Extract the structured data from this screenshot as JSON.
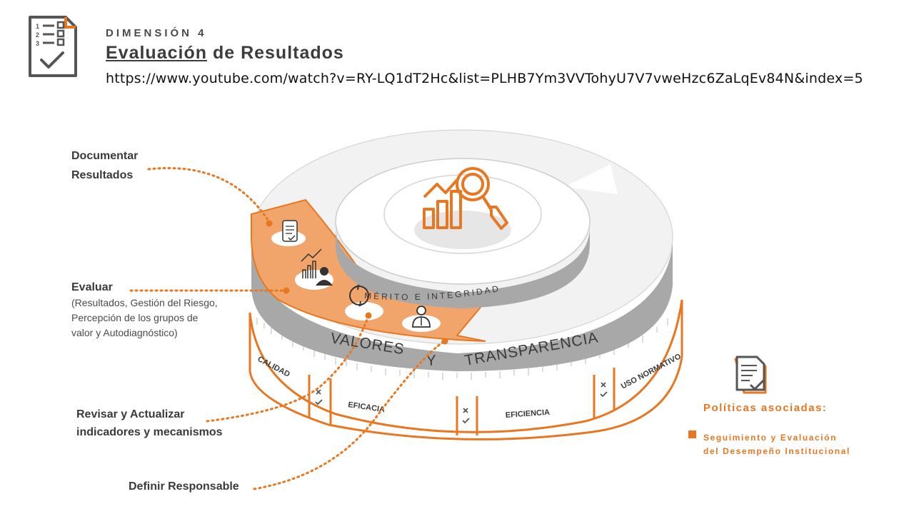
{
  "header": {
    "dimension": "DIMENSIÓN 4",
    "title_underlined": "Evaluación",
    "title_rest": " de Resultados",
    "url": "https://www.youtube.com/watch?v=RY-LQ1dT2Hc&list=PLHB7Ym3VVTohyU7V7vweHzc6ZaLqEv84N&index=5"
  },
  "labels": {
    "documentar_1": "Documentar",
    "documentar_2": "Resultados",
    "evaluar": "Evaluar",
    "evaluar_sub_1": "(Resultados, Gestión del Riesgo,",
    "evaluar_sub_2": "Percepción de los grupos de",
    "evaluar_sub_3": "valor y Autodiagnóstico)",
    "revisar_1": "Revisar y Actualizar",
    "revisar_2": "indicadores y mecanismos",
    "definir": "Definir Responsable"
  },
  "diagram": {
    "inner_ring": "MÉRITO E INTEGRIDAD",
    "valores": "VALORES",
    "y": "Y",
    "transparencia": "TRANSPARENCIA",
    "ruler": [
      "CALIDAD",
      "EFICACIA",
      "EFICIENCIA",
      "USO NORMATIVO"
    ]
  },
  "politicas": {
    "title": "Políticas asociadas:",
    "item_line_1": "Seguimiento y Evaluación",
    "item_line_2": "del Desempeño Institucional"
  },
  "colors": {
    "accent": "#e87722",
    "accent_fill": "#f2a56b",
    "gray": "#a8a8a8",
    "light_gray": "#f2f2f2"
  }
}
